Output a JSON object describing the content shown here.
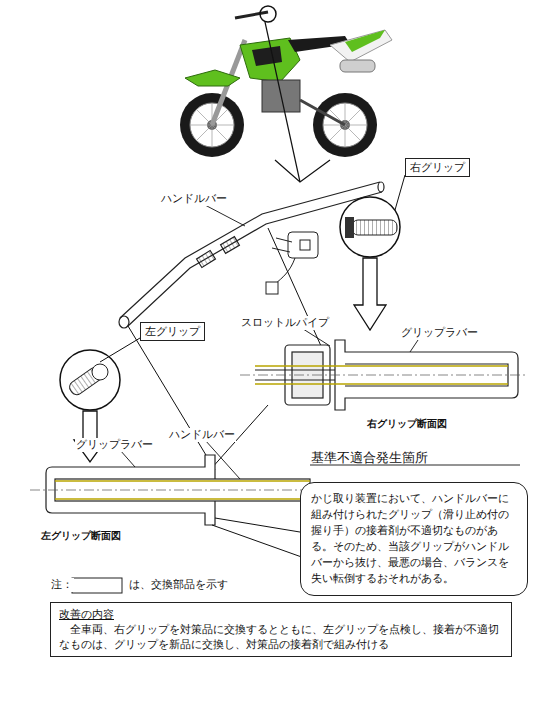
{
  "diagram": {
    "nodes": [
      {
        "text": [
          "右グリップ"
        ]
      },
      {
        "text": [
          "左グリップ"
        ]
      },
      {
        "text": [
          "基準不適合発生箇所",
          "かじ取り装置において、ハンドルバーに組み付けられたグリップ（滑り止め付の握り手）の接着剤が不適切なものがある。そのため、当該グリップがハンドルバーから抜け、最悪の場合、バランスを失い転倒するおそれがある。"
        ]
      },
      {
        "text": [
          "改善の内容",
          "全車両、右グリップを対策品に交換するとともに、左グリップを点検し、接着が不適切なものは、グリップを新品に交換し、対策品の接着剤で組み付ける"
        ]
      }
    ],
    "labels": [
      "ハンドルバー",
      "スロットルパイプ",
      "グリップラバー",
      "右グリップ断面図",
      "グリップラバー",
      "ハンドルバー",
      "左グリップ断面図",
      "注：",
      "は、交換部品を示す"
    ]
  }
}
